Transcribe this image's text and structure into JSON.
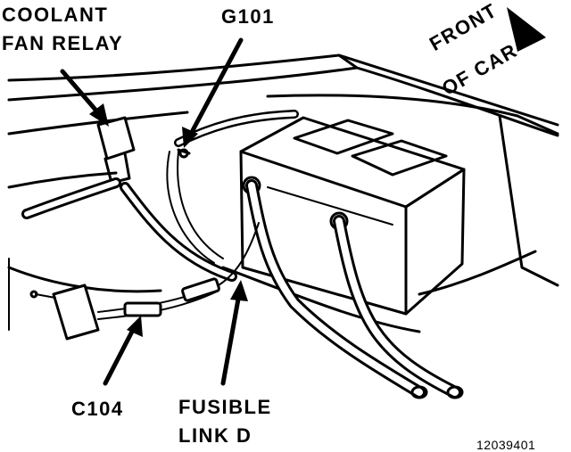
{
  "labels": {
    "coolant_fan_relay_line1": "COOLANT",
    "coolant_fan_relay_line2": "FAN RELAY",
    "ground": "G101",
    "front_of_car_line1": "FRONT",
    "front_of_car_line2": "OF CAR",
    "connector": "C104",
    "fusible_link_line1": "FUSIBLE",
    "fusible_link_line2": "LINK D",
    "figure_code": "12039401"
  }
}
